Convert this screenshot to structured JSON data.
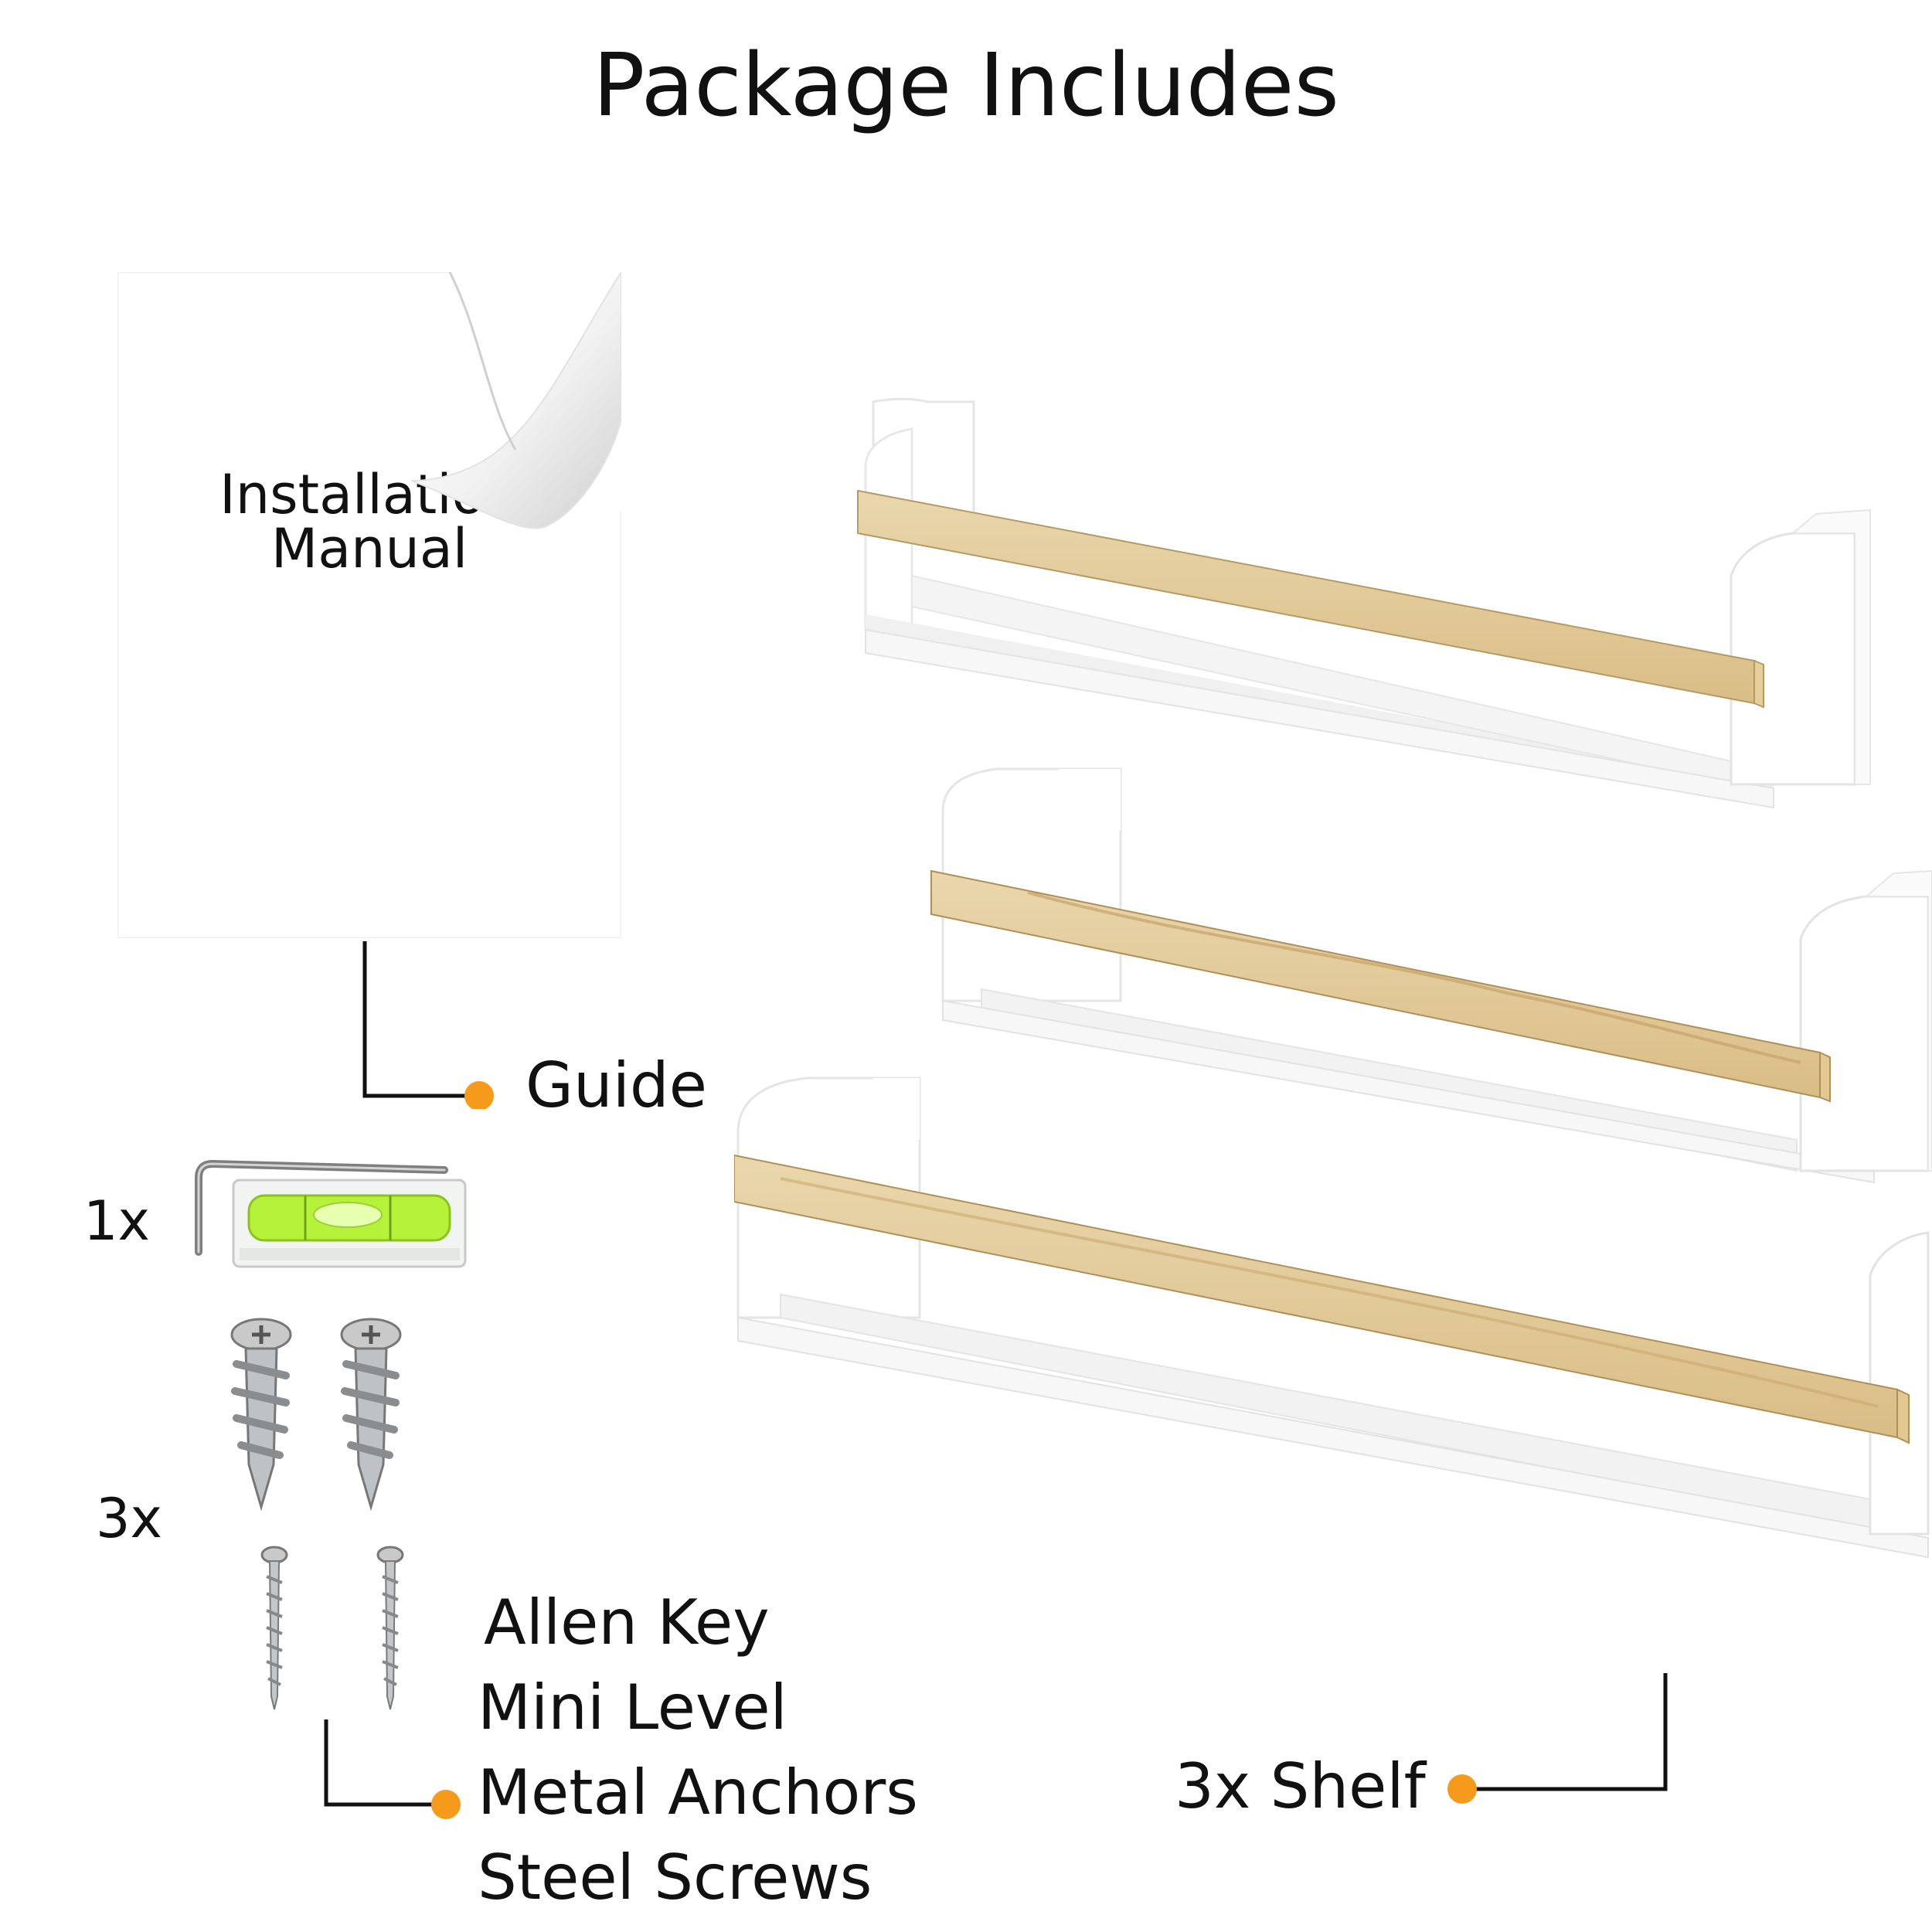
{
  "title": "Package Includes",
  "manual": {
    "line1": "Installation",
    "line2": "Manual"
  },
  "callouts": {
    "guide": "Guide",
    "shelf": "3x Shelf",
    "hardware": [
      "Allen Key",
      "Mini Level",
      "Metal Anchors",
      "Steel Screws"
    ]
  },
  "quantities": {
    "tools": "1x",
    "fasteners": "3x"
  },
  "colors": {
    "accent_dot": "#F59A1B",
    "wood": "#E6CFA2",
    "shelf_white": "#FDFDFD",
    "level_green": "#B7F23A"
  },
  "icons": {
    "manual": "page-curl-icon",
    "allen_key": "allen-key-icon",
    "level": "spirit-level-icon",
    "anchor": "wall-anchor-icon",
    "screw": "screw-icon"
  }
}
